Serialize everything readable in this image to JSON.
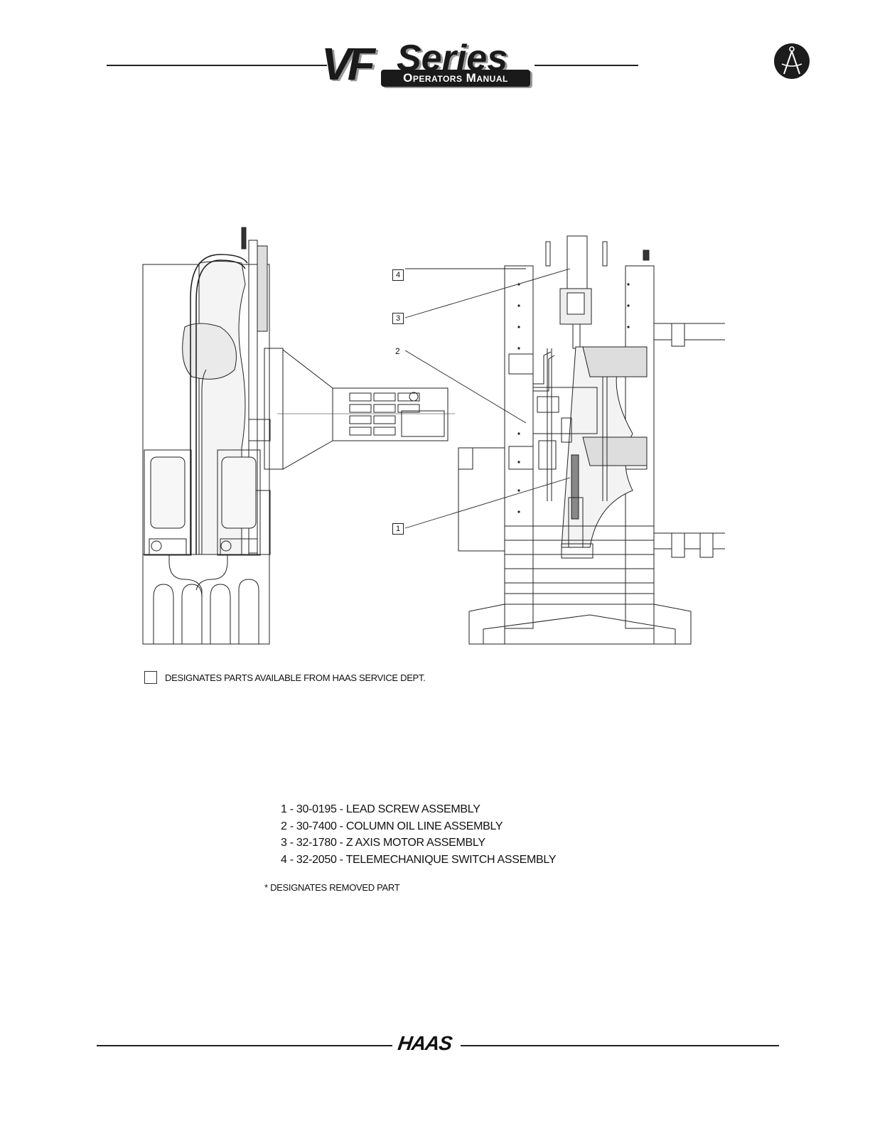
{
  "header": {
    "logo_vf": "VF",
    "logo_series": "Series",
    "logo_subtitle": "Operators Manual",
    "compass_icon": "compass-icon"
  },
  "callouts": [
    {
      "label": "4"
    },
    {
      "label": "3"
    },
    {
      "label": "2"
    },
    {
      "label": "1"
    }
  ],
  "legend": {
    "text": "DESIGNATES PARTS AVAILABLE FROM HAAS SERVICE DEPT."
  },
  "parts_list": [
    "1 - 30-0195 - LEAD SCREW ASSEMBLY",
    "2 - 30-7400 - COLUMN OIL LINE ASSEMBLY",
    "3 - 32-1780 - Z AXIS MOTOR ASSEMBLY",
    "4 - 32-2050 - TELEMECHANIQUE SWITCH ASSEMBLY"
  ],
  "removed_note": "* DESIGNATES REMOVED PART",
  "footer": {
    "logo": "HAAS"
  }
}
